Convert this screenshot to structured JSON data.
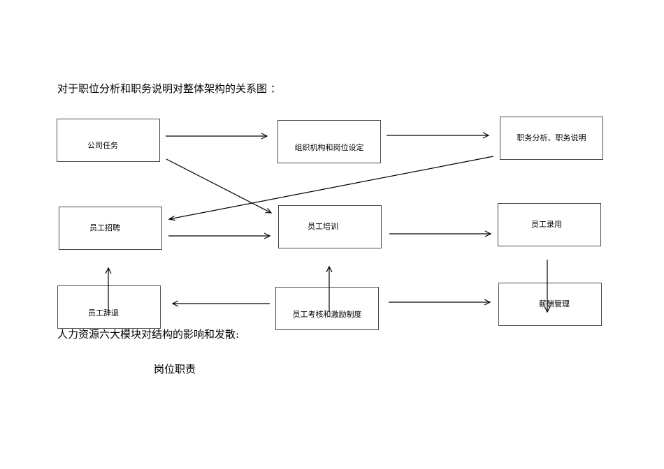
{
  "headings": {
    "relation_title": "对于职位分析和职务说明对整体架构的关系图 ：",
    "modules_title": "人力资源六大模块对结构的影响和发散:",
    "section_title": "岗位职责"
  },
  "boxes": {
    "company": "公司任务",
    "org": "组织机构和岗位设定",
    "jobdesc": "职务分析、职务说明",
    "recruit": "员工招聘",
    "train": "员工培训",
    "hire": "员工录用",
    "dismiss": "员工辞退",
    "assess": "员工考核和激励制度",
    "salary": "薪酬管理"
  }
}
